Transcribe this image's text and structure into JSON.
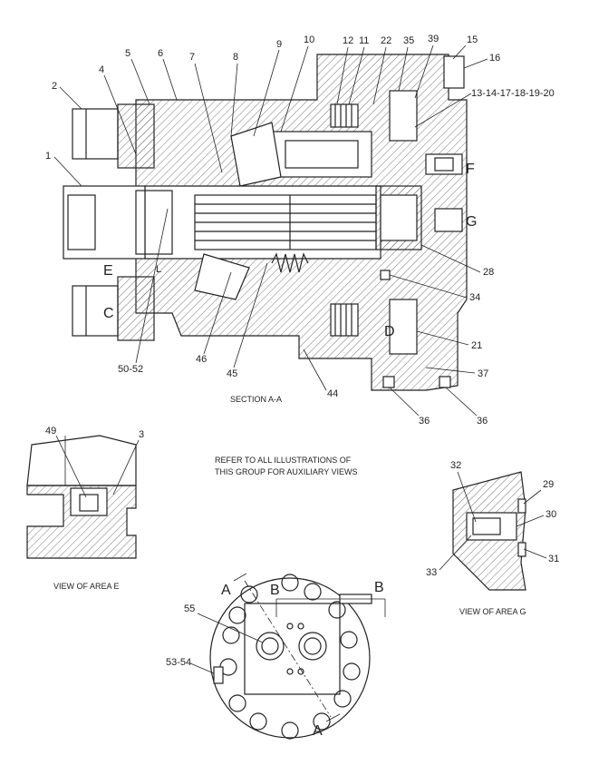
{
  "section_title": "SECTION A-A",
  "note_line1": "REFER TO ALL ILLUSTRATIONS OF",
  "note_line2": "THIS GROUP FOR AUXILIARY VIEWS",
  "view_e_caption": "VIEW OF AREA E",
  "view_g_caption": "VIEW OF AREA G",
  "labels": {
    "l1": "1",
    "l2": "2",
    "l4": "4",
    "l5": "5",
    "l6": "6",
    "l7": "7",
    "l8": "8",
    "l9": "9",
    "l10": "10",
    "l12": "12",
    "l11": "11",
    "l22": "22",
    "l35": "35",
    "l39": "39",
    "l15": "15",
    "l16": "16",
    "l13group": "13-14-17-18-19-20",
    "l28": "28",
    "l34": "34",
    "l21": "21",
    "l37": "37",
    "l36a": "36",
    "l36b": "36",
    "l44": "44",
    "l45": "45",
    "l46": "46",
    "l5052": "50-52",
    "l49": "49",
    "l3": "3",
    "l32": "32",
    "l29": "29",
    "l30": "30",
    "l31": "31",
    "l33": "33",
    "l55": "55",
    "l5354": "53-54"
  },
  "letters": {
    "F": "F",
    "G": "G",
    "E": "E",
    "C": "C",
    "D": "D",
    "L": "L",
    "A_top": "A",
    "A_bottom": "A",
    "B_left": "B",
    "B_right": "B"
  }
}
